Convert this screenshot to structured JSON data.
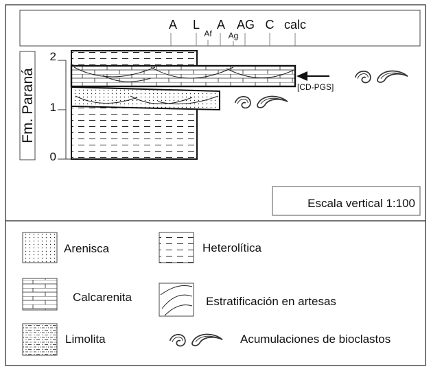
{
  "grain_scale": [
    "A",
    "L",
    "Af",
    "A",
    "Ag",
    "AG",
    "C",
    "calc"
  ],
  "formation_label": "Fm. Paraná",
  "height_ticks": [
    "2",
    "1",
    "0"
  ],
  "sample_label": "[CD-PGS]",
  "scale_note": "Escala vertical 1:100",
  "legend": {
    "arenisca": "Arenisca",
    "heterolitica": "Heterolítica",
    "calcarenita": "Calcarenita",
    "artesas": "Estratificación en artesas",
    "limolita": "Limolita",
    "bioclastos": "Acumulaciones de bioclastos"
  }
}
